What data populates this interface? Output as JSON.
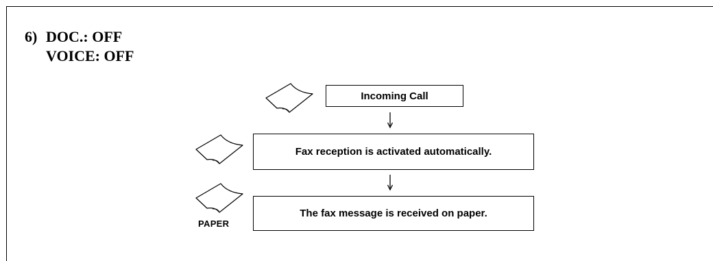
{
  "heading": {
    "number": "6)",
    "line1": "DOC.: OFF",
    "line2": "VOICE: OFF"
  },
  "flow": {
    "steps": [
      {
        "text": "Incoming Call",
        "icon": "fax-document-icon"
      },
      {
        "text": "Fax reception is activated automatically.",
        "icon": "fax-document-icon"
      },
      {
        "text": "The fax message is received on paper.",
        "icon": "paper-document-icon"
      }
    ],
    "paper_label": "PAPER"
  }
}
